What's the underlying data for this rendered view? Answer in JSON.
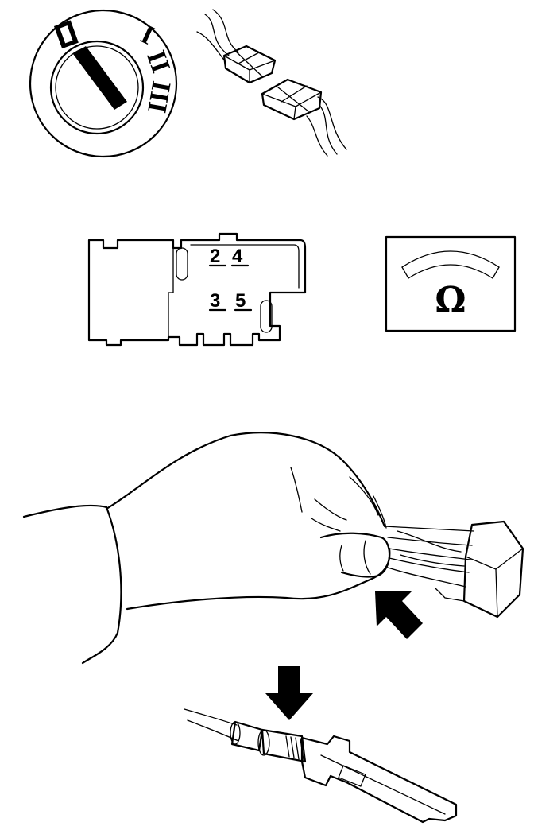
{
  "ignition_switch": {
    "positions": [
      "0",
      "I",
      "II",
      "III"
    ],
    "icon": "ignition-key-switch-icon"
  },
  "connector_face": {
    "terminal_numbers": [
      "2",
      "4",
      "3",
      "5"
    ]
  },
  "ohmmeter": {
    "symbol": "Ω",
    "icon": "ohmmeter-icon"
  },
  "icons": [
    "plug-connector-pair-icon",
    "hand-releasing-connector-icon",
    "arrow-icon",
    "crimp-terminal-icon"
  ]
}
